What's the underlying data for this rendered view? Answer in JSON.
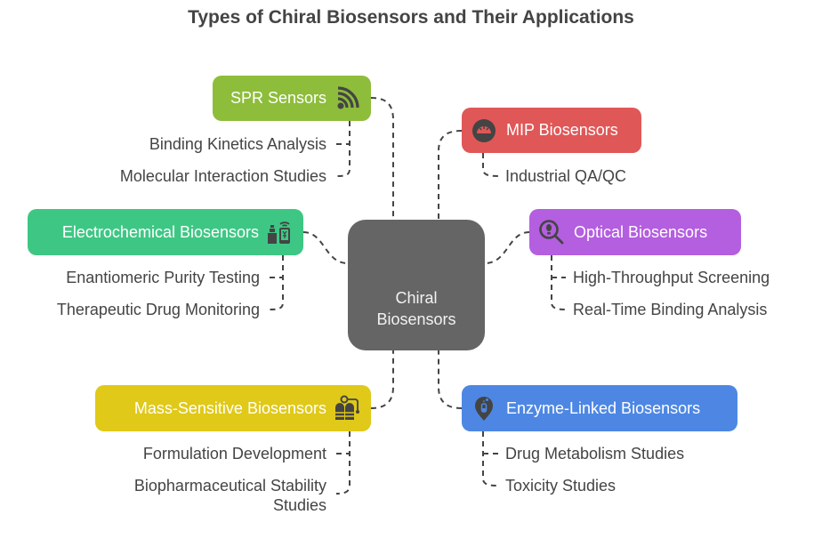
{
  "title": "Types of Chiral Biosensors and Their Applications",
  "center": {
    "line1": "Chiral",
    "line2": "Biosensors",
    "color": "#656565"
  },
  "branches": {
    "spr": {
      "label": "SPR Sensors",
      "icon": "signal-waves-icon",
      "color": "#8dbd3a",
      "items": [
        "Binding Kinetics Analysis",
        "Molecular Interaction Studies"
      ]
    },
    "mip": {
      "label": "MIP Biosensors",
      "icon": "gauge-icon",
      "color": "#e05757",
      "items": [
        "Industrial QA/QC"
      ]
    },
    "electro": {
      "label": "Electrochemical Biosensors",
      "icon": "device-phone-icon",
      "color": "#3ec784",
      "items": [
        "Enantiomeric Purity Testing",
        "Therapeutic Drug Monitoring"
      ]
    },
    "optical": {
      "label": "Optical Biosensors",
      "icon": "magnifier-icon",
      "color": "#b45ee0",
      "items": [
        "High-Throughput Screening",
        "Real-Time Binding Analysis"
      ]
    },
    "mass": {
      "label": "Mass-Sensitive Biosensors",
      "icon": "tanks-gauge-icon",
      "color": "#e0c918",
      "items": [
        "Formulation Development",
        "Biopharmaceutical Stability",
        "Studies"
      ]
    },
    "enzyme": {
      "label": "Enzyme-Linked Biosensors",
      "icon": "test-tube-pin-icon",
      "color": "#4d87e3",
      "items": [
        "Drug Metabolism Studies",
        "Toxicity Studies"
      ]
    }
  }
}
